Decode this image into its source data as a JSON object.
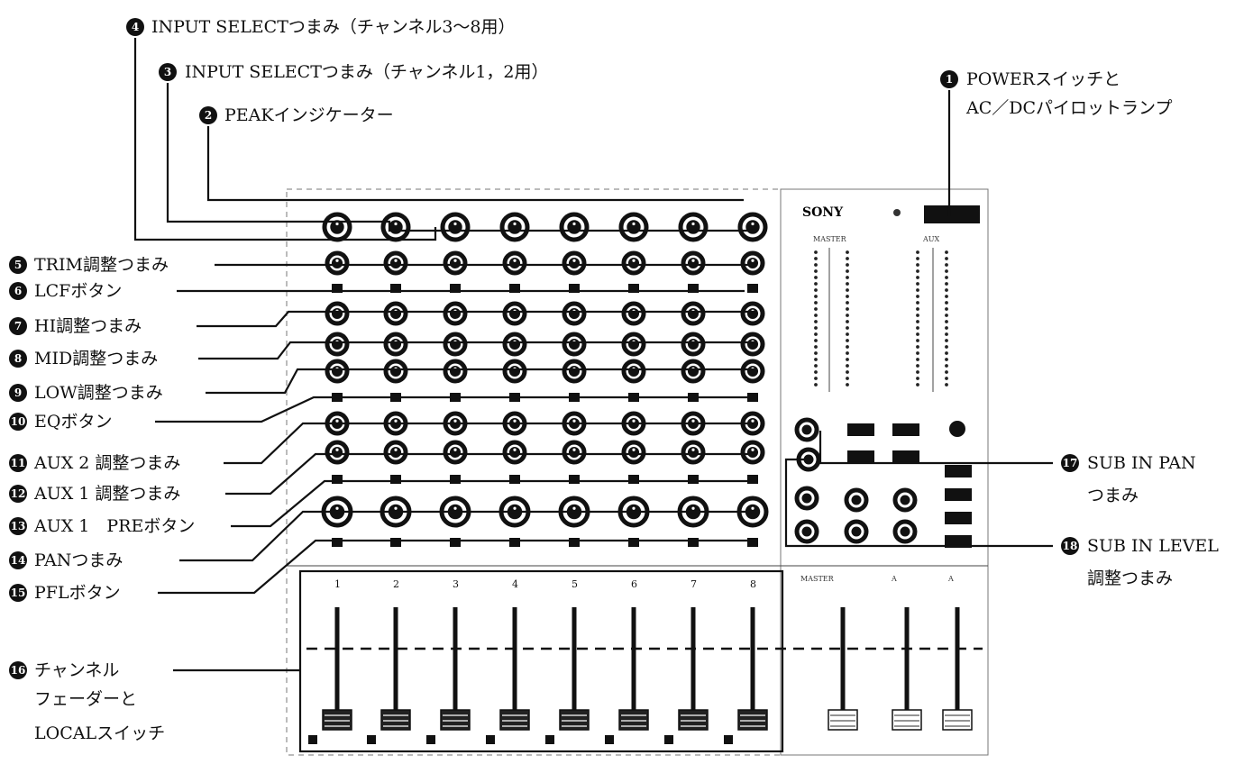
{
  "callouts": [
    {
      "num": "1",
      "text": "POWERスイッチと",
      "text2": "AC／DCパイロットランプ"
    },
    {
      "num": "2",
      "text": "PEAKインジケーター"
    },
    {
      "num": "3",
      "text": "INPUT SELECTつまみ（チャンネル1，2用）"
    },
    {
      "num": "4",
      "text": "INPUT SELECTつまみ（チャンネル3～8用）"
    },
    {
      "num": "5",
      "text": "TRIM調整つまみ"
    },
    {
      "num": "6",
      "text": "LCFボタン"
    },
    {
      "num": "7",
      "text": "HI調整つまみ"
    },
    {
      "num": "8",
      "text": "MID調整つまみ"
    },
    {
      "num": "9",
      "text": "LOW調整つまみ"
    },
    {
      "num": "10",
      "text": "EQボタン"
    },
    {
      "num": "11",
      "text": "AUX 2 調整つまみ"
    },
    {
      "num": "12",
      "text": "AUX 1 調整つまみ"
    },
    {
      "num": "13",
      "text": "AUX 1　PREボタン"
    },
    {
      "num": "14",
      "text": "PANつまみ"
    },
    {
      "num": "15",
      "text": "PFLボタン"
    },
    {
      "num": "16",
      "text": "チャンネル",
      "text2": "フェーダーと",
      "text3": "LOCALスイッチ"
    },
    {
      "num": "17",
      "text": "SUB IN PAN",
      "text2": "つまみ"
    },
    {
      "num": "18",
      "text": "SUB IN LEVEL",
      "text2": "調整つまみ"
    }
  ],
  "panel": {
    "brand": "SONY",
    "master_label": "MASTER",
    "aux_label": "AUX",
    "channel_numbers": [
      "1",
      "2",
      "3",
      "4",
      "5",
      "6",
      "7",
      "8"
    ],
    "fader_master_label": "MASTER",
    "fader_aux_labels": [
      "A",
      "A"
    ]
  }
}
